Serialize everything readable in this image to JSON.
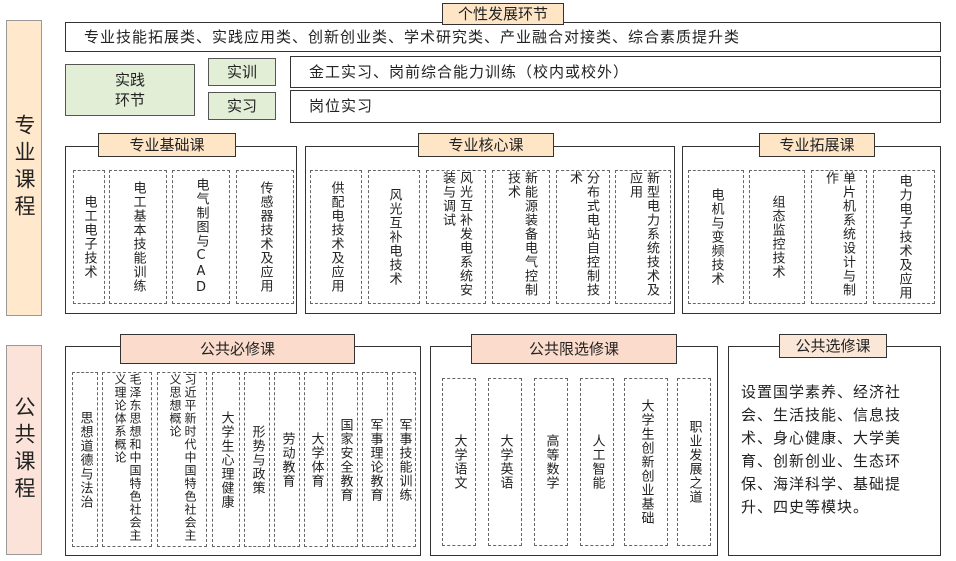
{
  "side_labels": {
    "professional": "专业课程",
    "public": "公共课程"
  },
  "personal": {
    "title": "个性发展环节",
    "content": "专业技能拓展类、实践应用类、创新创业类、学术研究类、产业融合对接类、综合素质提升类"
  },
  "practice": {
    "label": "实践环节",
    "label_line1": "实践",
    "label_line2": "环节",
    "training": {
      "label": "实训",
      "content": "金工实习、岗前综合能力训练（校内或校外）"
    },
    "internship": {
      "label": "实习",
      "content": "岗位实习"
    }
  },
  "major": {
    "basic": {
      "title": "专业基础课",
      "courses": [
        "电工电子技术",
        "电工基本技能训练",
        "电气制图与CAD",
        "传感器技术及应用"
      ]
    },
    "core": {
      "title": "专业核心课",
      "courses": [
        "供配电技术及应用",
        "风光互补电技术",
        "风光互补发电系统安装与调试",
        "新能源装备电气控制技术",
        "分布式电站自控制技术",
        "新型电力系统技术及应用"
      ]
    },
    "ext": {
      "title": "专业拓展课",
      "courses": [
        "电机与变频技术",
        "组态监控技术",
        "单片机系统设计与制作",
        "电力电子技术及应用"
      ]
    }
  },
  "public": {
    "required": {
      "title": "公共必修课",
      "courses": [
        "思想道德与法治",
        "毛泽东思想和中国特色社会主义理论体系概论",
        "习近平新时代中国特色社会主义思想概论",
        "大学生心理健康",
        "形势与政策",
        "劳动教育",
        "大学体育",
        "国家安全教育",
        "军事理论教育",
        "军事技能训练"
      ]
    },
    "limited": {
      "title": "公共限选修课",
      "courses": [
        "大学语文",
        "大学英语",
        "高等数学",
        "人工智能",
        "大学生创新创业基础",
        "职业发展之道"
      ]
    },
    "elective": {
      "title": "公共选修课",
      "content": "设置国学素养、经济社会、生活技能、信息技术、身心健康、大学美育、创新创业、生态环保、海洋科学、基础提升、四史等模块。"
    }
  }
}
